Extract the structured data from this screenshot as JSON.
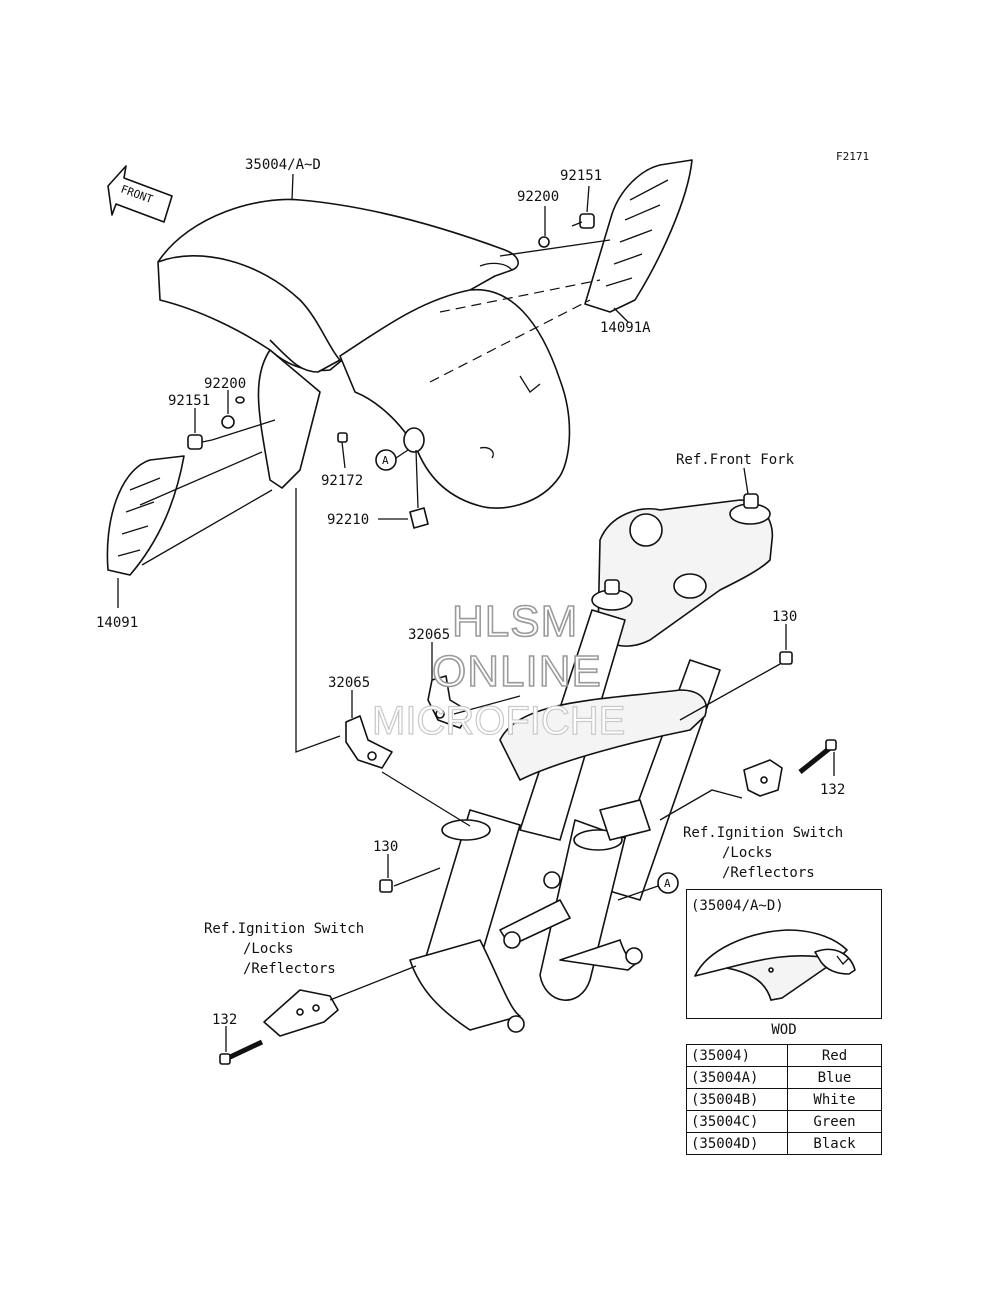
{
  "figure_code": "F2171",
  "front_label": "FRONT",
  "parts": {
    "fender": "35004/A~D",
    "bolt_top": "92151",
    "washer_top": "92200",
    "cover_right": "14091A",
    "washer_left": "92200",
    "bolt_left": "92151",
    "bolt_small": "92172",
    "marker_a_left": "A",
    "clip": "92210",
    "cover_left": "14091",
    "ref_front_fork": "Ref.Front Fork",
    "bracket_upper": "32065",
    "bracket_lower": "32065",
    "bolt_130_right": "130",
    "bolt_132_right": "132",
    "bolt_130_left": "130",
    "bolt_132_left": "132",
    "marker_a_right": "A"
  },
  "ref_ignition_right": [
    "Ref.Ignition Switch",
    "/Locks",
    "/Reflectors"
  ],
  "ref_ignition_left": [
    "Ref.Ignition Switch",
    "/Locks",
    "/Reflectors"
  ],
  "watermark": [
    "HLSM",
    "ONLINE",
    "MICROFICHE"
  ],
  "variant_box": {
    "title": "(35004/A~D)",
    "caption": "WOD"
  },
  "color_table": [
    {
      "code": "(35004)",
      "color": "Red"
    },
    {
      "code": "(35004A)",
      "color": "Blue"
    },
    {
      "code": "(35004B)",
      "color": "White"
    },
    {
      "code": "(35004C)",
      "color": "Green"
    },
    {
      "code": "(35004D)",
      "color": "Black"
    }
  ]
}
